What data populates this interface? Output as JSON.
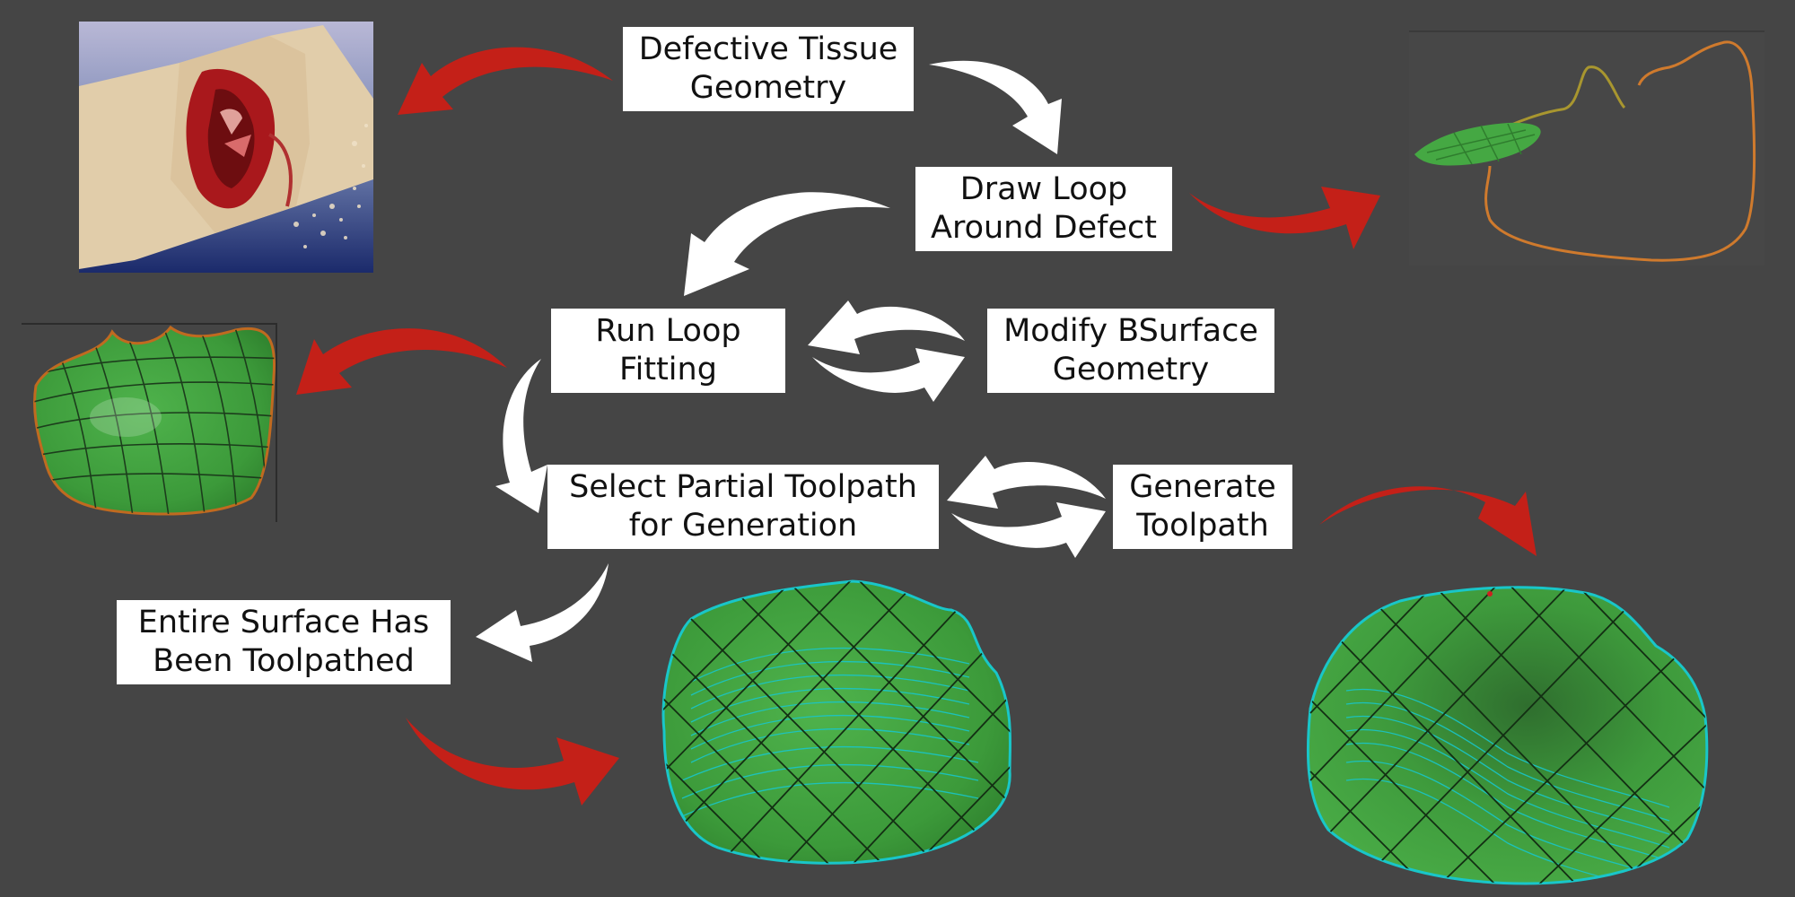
{
  "steps": {
    "defective_tissue": {
      "line1": "Defective Tissue",
      "line2": "Geometry"
    },
    "draw_loop": {
      "line1": "Draw Loop",
      "line2": "Around Defect"
    },
    "run_loop_fitting": {
      "line1": "Run Loop",
      "line2": "Fitting"
    },
    "modify_bsurface": {
      "line1": "Modify BSurface",
      "line2": "Geometry"
    },
    "select_partial": {
      "line1": "Select Partial Toolpath",
      "line2": "for Generation"
    },
    "generate_toolpath": {
      "line1": "Generate",
      "line2": "Toolpath"
    },
    "entire_surface": {
      "line1": "Entire Surface Has",
      "line2": "Been Toolpathed"
    }
  },
  "colors": {
    "background": "#454545",
    "flow_arrow": "#ffffff",
    "result_arrow": "#c42018",
    "surface_green": "#3fa13d",
    "toolpath_cyan": "#19c6c9",
    "loop_orange": "#d7782a"
  },
  "images": {
    "tissue_photo": "tissue-scan-image",
    "drawn_loop": "loop-curve-render",
    "fitted_surface": "fitted-bsurface-render",
    "partial_toolpath": "partial-toolpath-render",
    "generated_toolpath": "generated-toolpath-render"
  }
}
